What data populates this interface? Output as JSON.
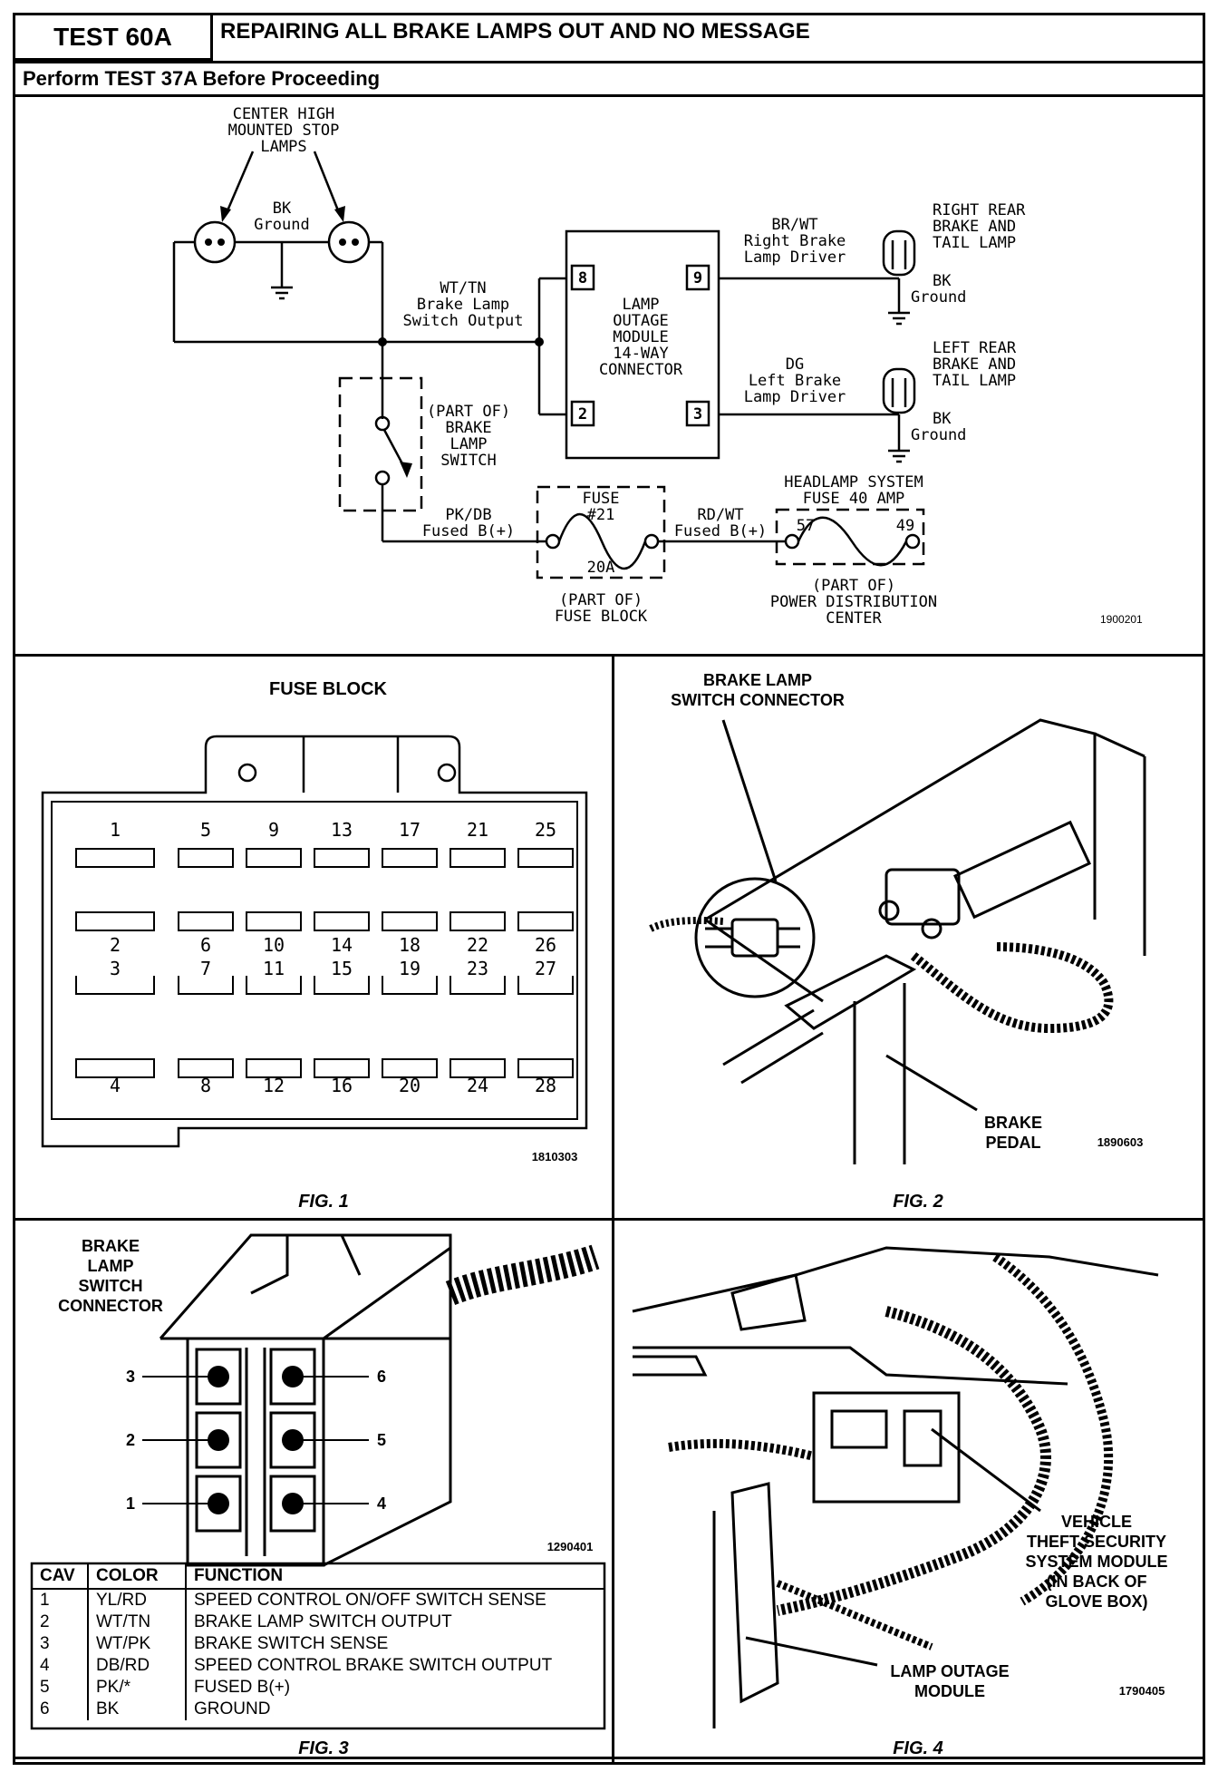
{
  "header": {
    "test_id": "TEST 60A",
    "title": "REPAIRING ALL BRAKE LAMPS OUT AND NO MESSAGE",
    "subtitle": "Perform TEST 37A Before Proceeding"
  },
  "schematic": {
    "chmsl_label": [
      "CENTER HIGH",
      "MOUNTED STOP",
      "LAMPS"
    ],
    "center_ground": [
      "BK",
      "Ground"
    ],
    "wt_tn": [
      "WT/TN",
      "Brake Lamp",
      "Switch Output"
    ],
    "lom": [
      "LAMP",
      "OUTAGE",
      "MODULE",
      "14-WAY",
      "CONNECTOR"
    ],
    "pins": {
      "p8": "8",
      "p9": "9",
      "p2": "2",
      "p3": "3"
    },
    "br_wt": [
      "BR/WT",
      "Right Brake",
      "Lamp Driver"
    ],
    "dg": [
      "DG",
      "Left Brake",
      "Lamp Driver"
    ],
    "right_rear": [
      "RIGHT REAR",
      "BRAKE AND",
      "TAIL LAMP"
    ],
    "left_rear": [
      "LEFT REAR",
      "BRAKE AND",
      "TAIL LAMP"
    ],
    "rr_ground": [
      "BK",
      "Ground"
    ],
    "lr_ground": [
      "BK",
      "Ground"
    ],
    "switch": [
      "(PART OF)",
      "BRAKE",
      "LAMP",
      "SWITCH"
    ],
    "pk_db": [
      "PK/DB",
      "Fused B(+)"
    ],
    "fuse21": [
      "FUSE",
      "#21"
    ],
    "fuse21_amp": "20A",
    "fuse_block": [
      "(PART OF)",
      "FUSE BLOCK"
    ],
    "rd_wt": [
      "RD/WT",
      "Fused B(+)"
    ],
    "headlamp": [
      "HEADLAMP SYSTEM",
      "FUSE 40 AMP"
    ],
    "hl_pins": {
      "p57": "57",
      "p49": "49"
    },
    "pdc": [
      "(PART OF)",
      "POWER DISTRIBUTION",
      "CENTER"
    ],
    "ref": "1900201"
  },
  "fig1": {
    "title": "FUSE BLOCK",
    "top_numbers": [
      "1",
      "5",
      "9",
      "13",
      "17",
      "21",
      "25"
    ],
    "row2_numbers": [
      "2",
      "6",
      "10",
      "14",
      "18",
      "22",
      "26"
    ],
    "row3_numbers": [
      "3",
      "7",
      "11",
      "15",
      "19",
      "23",
      "27"
    ],
    "bottom_numbers": [
      "4",
      "8",
      "12",
      "16",
      "20",
      "24",
      "28"
    ],
    "ref": "1810303",
    "caption": "FIG. 1"
  },
  "fig2": {
    "connector_label": [
      "BRAKE LAMP",
      "SWITCH CONNECTOR"
    ],
    "pedal_label": [
      "BRAKE",
      "PEDAL"
    ],
    "ref": "1890603",
    "caption": "FIG. 2"
  },
  "fig3": {
    "label": [
      "BRAKE",
      "LAMP",
      "SWITCH",
      "CONNECTOR"
    ],
    "cavities": {
      "c1": "1",
      "c2": "2",
      "c3": "3",
      "c4": "4",
      "c5": "5",
      "c6": "6"
    },
    "ref": "1290401",
    "table_headers": {
      "cav": "CAV",
      "color": "COLOR",
      "function": "FUNCTION"
    },
    "rows": [
      {
        "cav": "1",
        "color": "YL/RD",
        "function": "SPEED CONTROL ON/OFF SWITCH SENSE"
      },
      {
        "cav": "2",
        "color": "WT/TN",
        "function": "BRAKE LAMP SWITCH OUTPUT"
      },
      {
        "cav": "3",
        "color": "WT/PK",
        "function": "BRAKE SWITCH SENSE"
      },
      {
        "cav": "4",
        "color": "DB/RD",
        "function": "SPEED CONTROL BRAKE SWITCH OUTPUT"
      },
      {
        "cav": "5",
        "color": "PK/*",
        "function": "FUSED B(+)"
      },
      {
        "cav": "6",
        "color": "BK",
        "function": "GROUND"
      }
    ],
    "caption": "FIG. 3"
  },
  "fig4": {
    "vtss_label": [
      "VEHICLE",
      "THEFT SECURITY",
      "SYSTEM MODULE",
      "(IN BACK OF",
      "GLOVE BOX)"
    ],
    "lom_label": [
      "LAMP OUTAGE",
      "MODULE"
    ],
    "ref": "1790405",
    "caption": "FIG. 4"
  }
}
